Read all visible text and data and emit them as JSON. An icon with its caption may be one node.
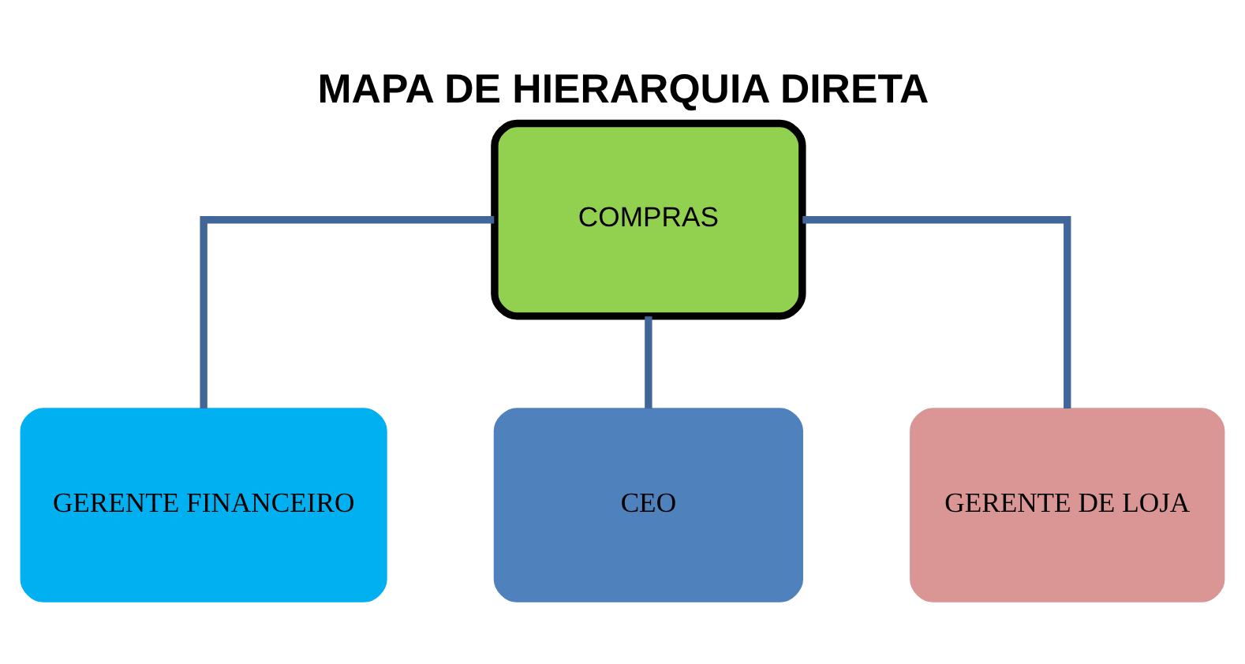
{
  "diagram": {
    "title": "MAPA DE HIERARQUIA DIRETA",
    "nodes": [
      {
        "text": [
          "COMPRAS"
        ]
      },
      {
        "text": [
          "GERENTE FINANCEIRO"
        ]
      },
      {
        "text": [
          "CEO"
        ]
      },
      {
        "text": [
          "GERENTE DE LOJA"
        ]
      }
    ],
    "edges": [
      {
        "from": 0,
        "to": 1,
        "arrow": "none"
      },
      {
        "from": 0,
        "to": 2,
        "arrow": "none"
      },
      {
        "from": 0,
        "to": 3,
        "arrow": "none"
      }
    ]
  }
}
